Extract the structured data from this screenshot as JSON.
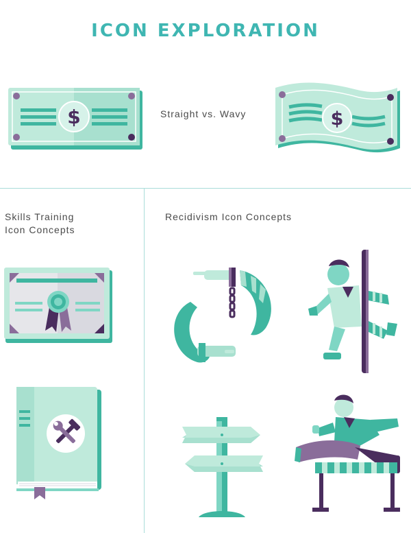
{
  "header": {
    "title": "ICON EXPLORATION"
  },
  "money_comparison": {
    "label": "Straight vs. Wavy",
    "bill_symbol": "$",
    "icons": [
      "straight-dollar-bill-icon",
      "wavy-dollar-bill-icon"
    ]
  },
  "skills": {
    "label_line1": "Skills Training",
    "label_line2": "Icon Concepts",
    "icons": [
      "certificate-icon",
      "tool-book-icon"
    ]
  },
  "recidivism": {
    "label": "Recidivism Icon Concepts",
    "icons": [
      "cycle-hands-icon",
      "runner-through-bar-icon",
      "signpost-icon",
      "hurdle-jumper-icon"
    ]
  },
  "colors": {
    "title": "#3fb6b2",
    "teal_light": "#c9ede3",
    "teal": "#7fd6c4",
    "teal_dark": "#3fb6a0",
    "purple_dark": "#4a2d5e",
    "purple": "#8a6d9a",
    "divider": "#a9dcd9"
  }
}
